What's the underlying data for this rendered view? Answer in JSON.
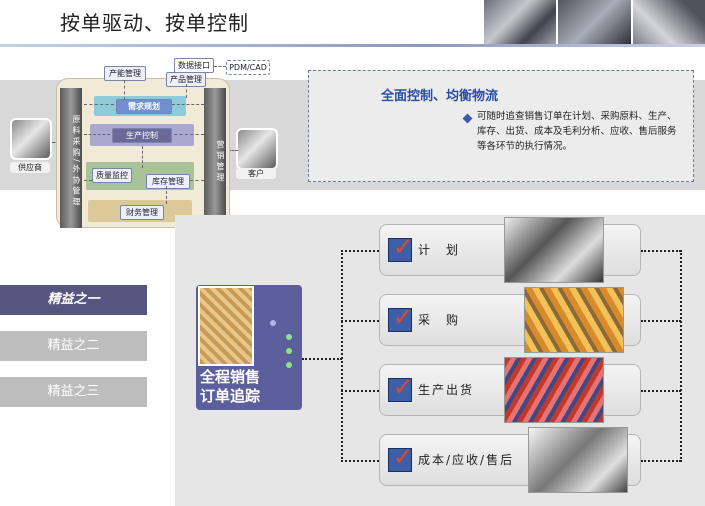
{
  "header": {
    "title": "按单驱动、按单控制"
  },
  "top_diagram": {
    "left_pillar": "原料采购/外协管理",
    "right_pillar": "营销管理",
    "modules": {
      "capacity": "产能管理",
      "product": "产品管理",
      "data_interface": "数据接口",
      "pdm": "PDM/CAD",
      "demand": "需求规划",
      "production": "生产控制",
      "quality": "质量监控",
      "inventory": "库存管理",
      "finance": "财务管理"
    },
    "supplier": "供应商",
    "customer": "客户"
  },
  "info": {
    "title": "全面控制、均衡物流",
    "text": "可随时追查销售订单在计划、采购原料、生产、库存、出货、成本及毛利分析、应收、售后服务等各环节的执行情况。"
  },
  "lean_tabs": [
    {
      "label": "精益之一",
      "active": true
    },
    {
      "label": "精益之二",
      "active": false
    },
    {
      "label": "精益之三",
      "active": false
    }
  ],
  "order_card": {
    "line1": "全程销售",
    "line2": "订单追踪"
  },
  "steps": [
    {
      "label": "计　划"
    },
    {
      "label": "采　购"
    },
    {
      "label": "生产出货"
    },
    {
      "label": "成本/应收/售后"
    }
  ],
  "colors": {
    "accent": "#55557f",
    "title_blue": "#2a4da8",
    "check_red": "#e0492b"
  }
}
